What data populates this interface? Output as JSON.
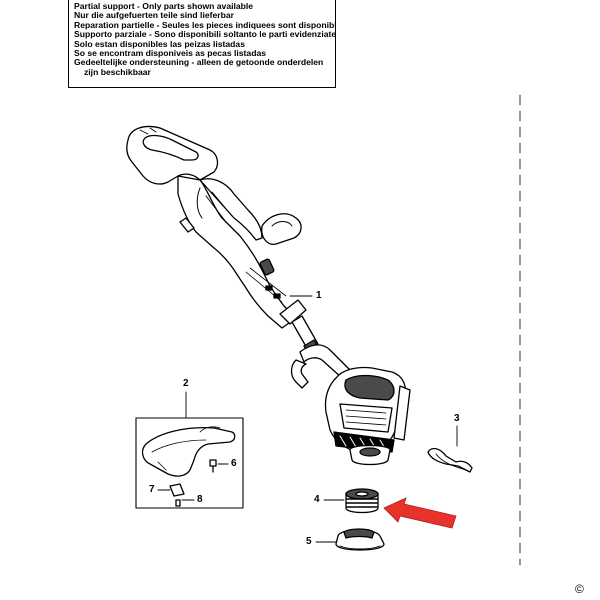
{
  "notice": {
    "lines": [
      "Partial support - Only parts shown available",
      "Nur die aufgefuerten teile sind lieferbar",
      "Reparation partielle - Seules les pieces indiquees sont disponibles",
      "Supporto parziale - Sono disponibili soltanto le parti evidenziate",
      "Solo estan disponibles las peizas listadas",
      "So se encontram disponiveis as pecas listadas",
      "Gedeeltelijke ondersteuning - alleen de getoonde onderdelen",
      "zijn beschikbaar"
    ]
  },
  "callouts": {
    "part1": "1",
    "part2": "2",
    "part3": "3",
    "part4": "4",
    "part5": "5",
    "part6": "6",
    "part7": "7",
    "part8": "8"
  },
  "copyright": "©",
  "colors": {
    "line": "#000000",
    "arrow": "#e8332a",
    "fill": "#ffffff",
    "shade": "#4a4a4a"
  }
}
